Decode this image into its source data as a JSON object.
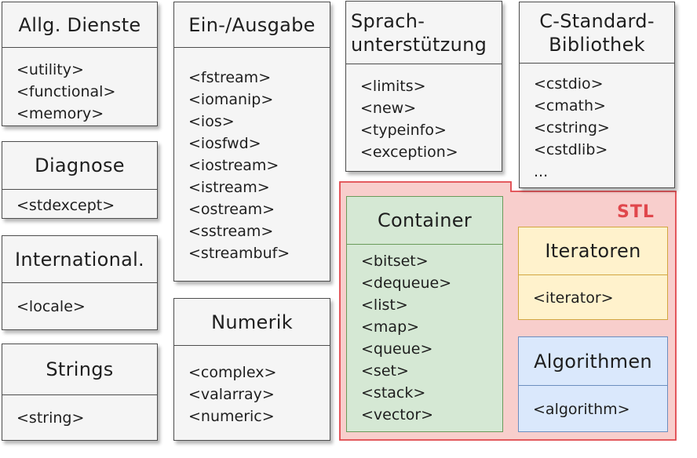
{
  "stl": {
    "label": "STL",
    "fill": "#f8cecc",
    "stroke": "#e0474c"
  },
  "boxes": {
    "allg_dienste": {
      "title": "Allg. Dienste",
      "items": [
        "<utility>",
        "<functional>",
        "<memory>"
      ]
    },
    "diagnose": {
      "title": "Diagnose",
      "items": [
        "<stdexcept>"
      ]
    },
    "international": {
      "title": "International.",
      "items": [
        "<locale>"
      ]
    },
    "strings": {
      "title": "Strings",
      "items": [
        "<string>"
      ]
    },
    "ein_ausgabe": {
      "title": "Ein-/Ausgabe",
      "items": [
        "<fstream>",
        "<iomanip>",
        "<ios>",
        "<iosfwd>",
        "<iostream>",
        "<istream>",
        "<ostream>",
        "<sstream>",
        "<streambuf>"
      ]
    },
    "numerik": {
      "title": "Numerik",
      "items": [
        "<complex>",
        "<valarray>",
        "<numeric>"
      ]
    },
    "sprachunterstuetzung": {
      "title": "Sprach-\nunterstützung",
      "items": [
        "<limits>",
        "<new>",
        "<typeinfo>",
        "<exception>"
      ]
    },
    "c_standard": {
      "title": "C-Standard-\nBibliothek",
      "items": [
        "<cstdio>",
        "<cmath>",
        "<cstring>",
        "<cstdlib>",
        "..."
      ]
    },
    "container": {
      "title": "Container",
      "items": [
        "<bitset>",
        "<dequeue>",
        "<list>",
        "<map>",
        "<queue>",
        "<set>",
        "<stack>",
        "<vector>"
      ]
    },
    "iteratoren": {
      "title": "Iteratoren",
      "items": [
        "<iterator>"
      ]
    },
    "algorithmen": {
      "title": "Algorithmen",
      "items": [
        "<algorithm>"
      ]
    }
  },
  "colors": {
    "gray_box": "#f5f5f5",
    "container": "#d5e8d4",
    "iteratoren": "#fff2cc",
    "algorithmen": "#dae8fc"
  }
}
